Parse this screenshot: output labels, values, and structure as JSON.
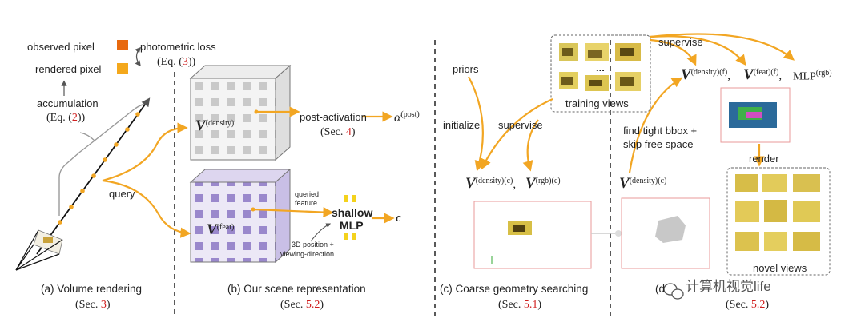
{
  "panel_a": {
    "observed_pixel": "observed pixel",
    "rendered_pixel": "rendered pixel",
    "photometric_loss": "photometric loss",
    "photometric_ref": "(Eq. (3))",
    "accumulation": "accumulation",
    "accumulation_ref": "(Eq. (2))",
    "query": "query",
    "caption": "(a) Volume rendering",
    "caption_ref": "(Sec. 3)",
    "observed_color": "#e8690f",
    "rendered_color": "#f4a81c"
  },
  "panel_b": {
    "density_symbol": "V",
    "density_sup": "(density)",
    "feat_symbol": "V",
    "feat_sup": "(feat)",
    "post_activation": "post-activation",
    "post_activation_ref": "(Sec. 4)",
    "alpha_symbol": "α",
    "alpha_sup": "(post)",
    "queried_feature_1": "queried",
    "queried_feature_2": "feature",
    "shallow": "shallow",
    "mlp": "MLP",
    "c_symbol": "c",
    "position_1": "3D position +",
    "position_2": "viewing-direction",
    "caption": "(b) Our scene representation",
    "caption_ref": "(Sec. 5.2)"
  },
  "panel_c": {
    "priors": "priors",
    "initialize": "initialize",
    "supervise": "supervise",
    "training_views": "training views",
    "ellipsis": "...",
    "v_density_c": "(density)(c)",
    "v_rgb_c": "(rgb)(c)",
    "caption": "(c) Coarse geometry searching",
    "caption_ref": "(Sec. 5.1)"
  },
  "panel_d": {
    "supervise": "supervise",
    "v_density_f": "(density)(f)",
    "v_feat_f": "(feat)(f)",
    "mlp_rgb": "MLP",
    "mlp_rgb_sup": "(rgb)",
    "find_bbox": "find tight bbox +",
    "skip_space": "skip free space",
    "v_density_c": "(density)(c)",
    "render": "render",
    "novel_views": "novel views",
    "caption_partial": "(d",
    "caption_ref": "(Sec. 5.2)",
    "watermark": "计算机视觉life"
  },
  "colors": {
    "arrow": "#f2a623",
    "dashed": "#222222",
    "density_cube": "#d7d7d7",
    "feat_cube": "#a99ad3",
    "bbox": "#e89a9a"
  }
}
